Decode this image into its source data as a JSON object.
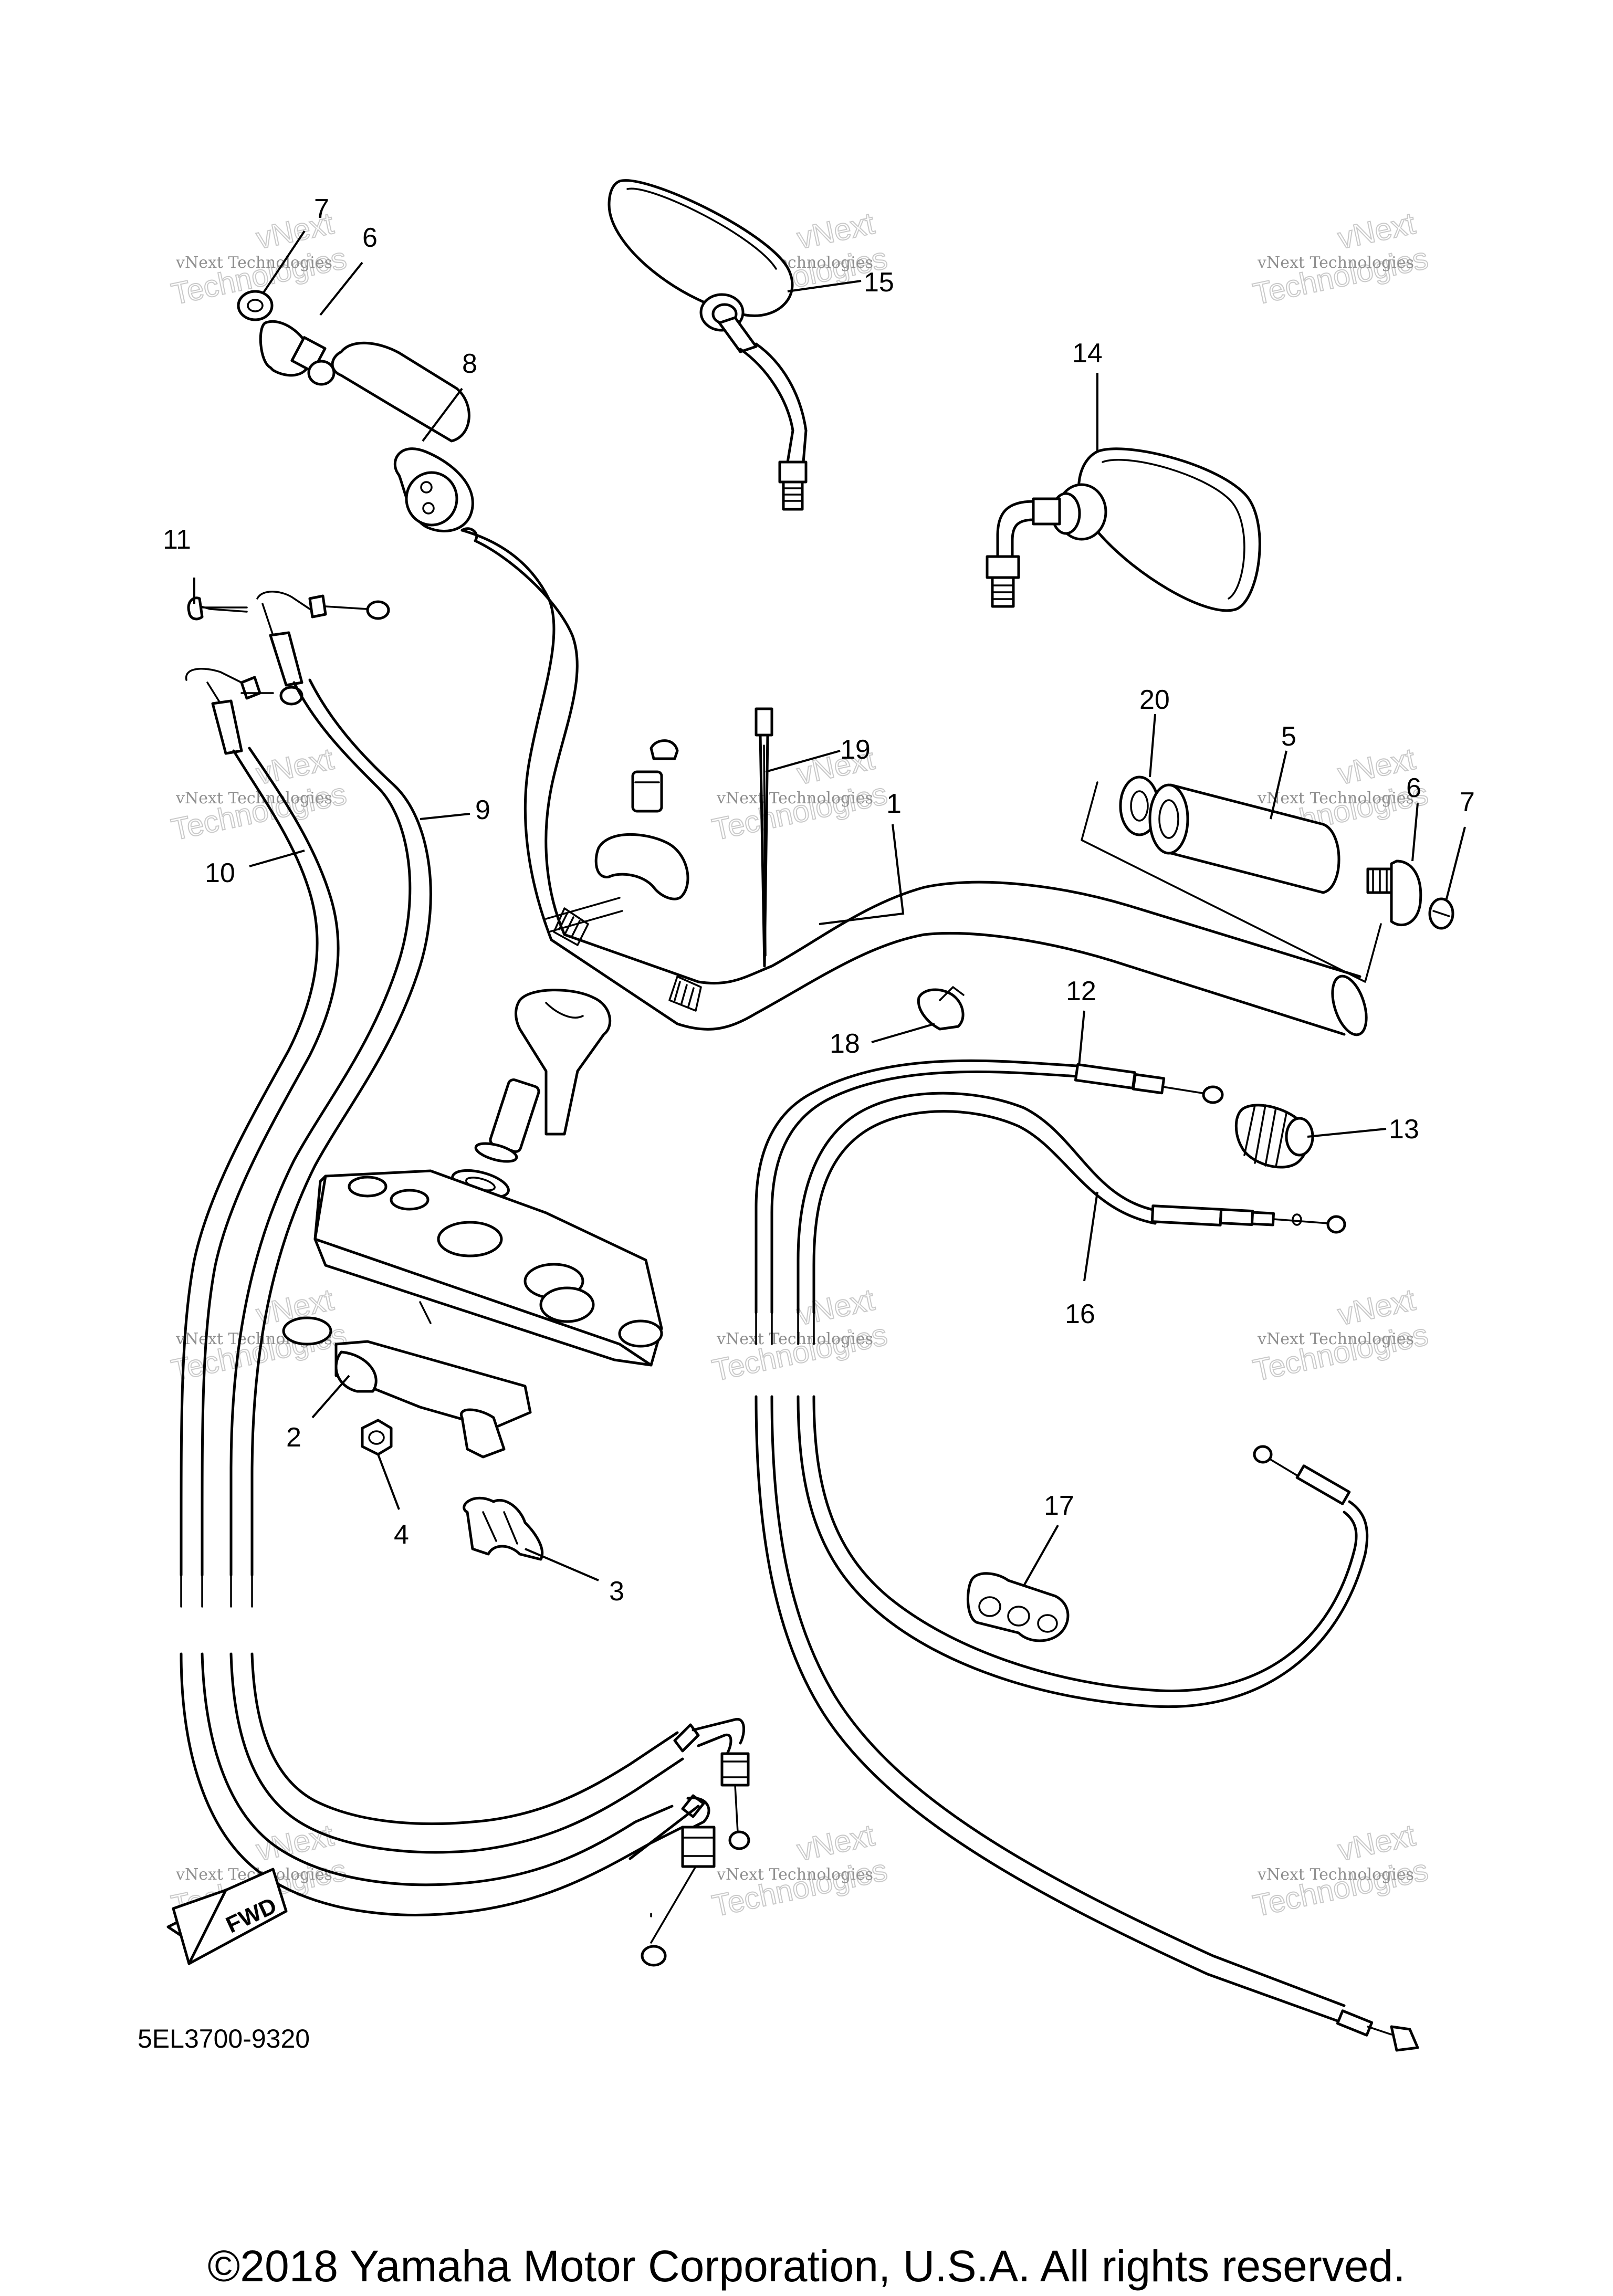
{
  "diagram": {
    "part_numbers": [
      "1",
      "2",
      "3",
      "4",
      "5",
      "6",
      "6",
      "7",
      "7",
      "8",
      "9",
      "10",
      "11",
      "12",
      "13",
      "14",
      "15",
      "16",
      "17",
      "18",
      "19",
      "20"
    ],
    "diagram_code": "5EL3700-9320",
    "fwd_label": "FWD",
    "copyright": "©2018 Yamaha Motor Corporation, U.S.A. All rights reserved.",
    "watermark_small": "vNext Technologies",
    "watermark_top": "vNext",
    "watermark_bottom": "Technologies"
  }
}
